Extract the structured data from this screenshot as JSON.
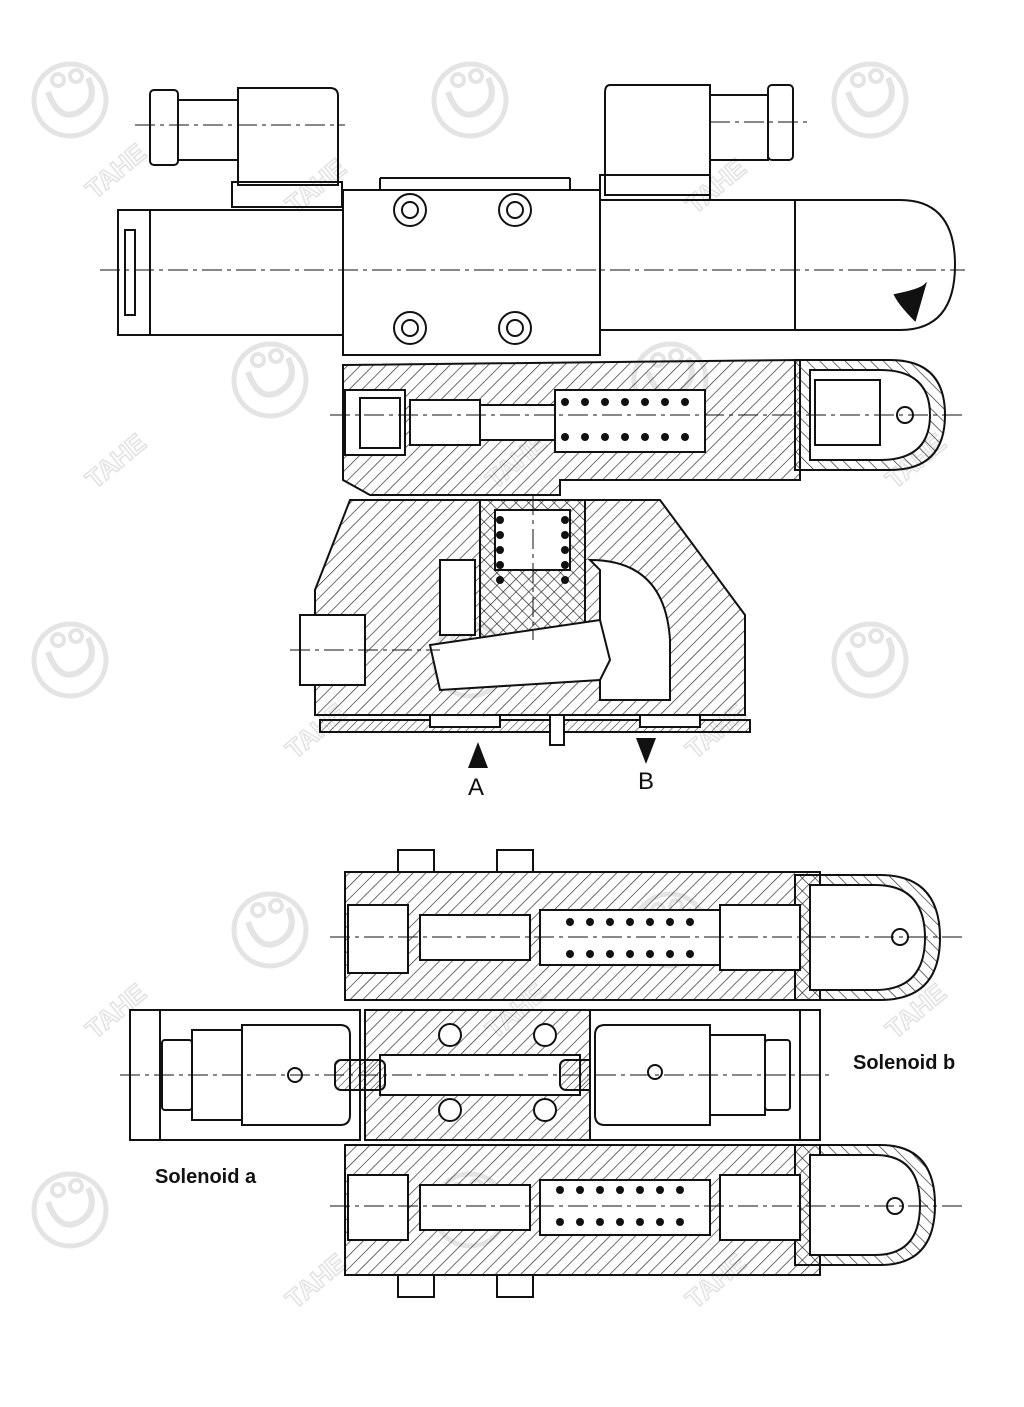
{
  "labels": {
    "port_a": "A",
    "port_b": "B",
    "solenoid_a": "Solenoid a",
    "solenoid_b": "Solenoid b"
  },
  "watermark": {
    "text": "TAHE",
    "color": "#e6e6e6"
  },
  "colors": {
    "line": "#111111",
    "hatch": "#222222",
    "background": "#ffffff"
  }
}
